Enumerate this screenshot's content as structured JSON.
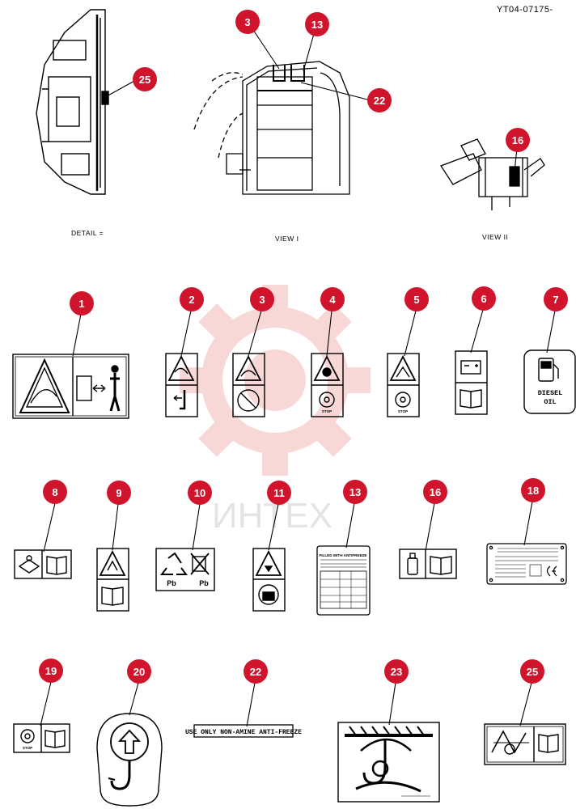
{
  "header": {
    "doc_code": "YT04-07175-"
  },
  "views": [
    {
      "id": "detail",
      "caption": "DETAIL ="
    },
    {
      "id": "view1",
      "caption": "VIEW I"
    },
    {
      "id": "view2",
      "caption": "VIEW II"
    }
  ],
  "callouts": [
    "25",
    "3",
    "13",
    "22",
    "16",
    "1",
    "2",
    "3",
    "4",
    "5",
    "6",
    "7",
    "8",
    "9",
    "10",
    "11",
    "13",
    "16",
    "18",
    "19",
    "20",
    "22",
    "23",
    "25"
  ],
  "labels": {
    "diesel_line1": "DIESEL",
    "diesel_line2": "OIL",
    "pb_left": "Pb",
    "pb_right": "Pb",
    "antifreeze": "USE ONLY NON-AMINE ANTI-FREEZE",
    "filled_with": "FILLED WITH ANTIFREEZE",
    "stop_text": "STOP"
  },
  "watermark": {
    "text": "ИНТЕХ",
    "color": "#f3b8b8"
  },
  "colors": {
    "callout": "#d0142c",
    "line": "#000000"
  }
}
